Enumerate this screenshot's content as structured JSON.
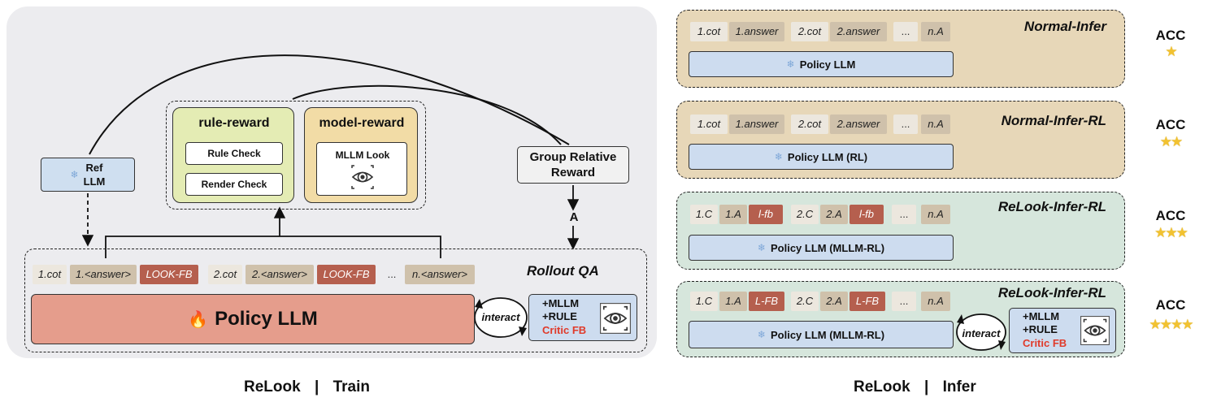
{
  "train": {
    "ref_llm": "Ref\nLLM",
    "rule_reward": {
      "title": "rule-reward",
      "items": [
        "Rule Check",
        "Render Check"
      ]
    },
    "model_reward": {
      "title": "model-reward",
      "item": "MLLM Look"
    },
    "group_relative": "Group Relative\nReward",
    "advantage": "A",
    "rollout_title": "Rollout QA",
    "rollout_tokens": [
      "1.cot",
      "1.<answer>",
      "LOOK-FB",
      "2.cot",
      "2.<answer>",
      "LOOK-FB",
      "...",
      "n.<answer>"
    ],
    "policy_label": "Policy LLM",
    "interact": "interact",
    "critic_lines": [
      "+MLLM",
      "+RULE"
    ],
    "critic_fb": "Critic FB",
    "caption_left": "ReLook",
    "caption_right": "Train"
  },
  "infer": {
    "panels": [
      {
        "title": "Normal-Infer",
        "tokens": [
          "1.cot",
          "1.answer",
          "2.cot",
          "2.answer",
          "...",
          "n.A"
        ],
        "policy": "Policy LLM",
        "acc": "ACC",
        "stars": "★"
      },
      {
        "title": "Normal-Infer-RL",
        "tokens": [
          "1.cot",
          "1.answer",
          "2.cot",
          "2.answer",
          "...",
          "n.A"
        ],
        "policy": "Policy LLM (RL)",
        "acc": "ACC",
        "stars": "★★"
      },
      {
        "title": "ReLook-Infer-RL",
        "tokens": [
          "1.C",
          "1.A",
          "l-fb",
          "2.C",
          "2.A",
          "l-fb",
          "...",
          "n.A"
        ],
        "policy": "Policy LLM (MLLM-RL)",
        "acc": "ACC",
        "stars": "★★★"
      },
      {
        "title": "ReLook-Infer-RL",
        "tokens": [
          "1.C",
          "1.A",
          "L-FB",
          "2.C",
          "2.A",
          "L-FB",
          "...",
          "n.A"
        ],
        "policy": "Policy LLM (MLLM-RL)",
        "acc": "ACC",
        "stars": "★★★★",
        "interact": "interact",
        "critic_lines": [
          "+MLLM",
          "+RULE"
        ],
        "critic_fb": "Critic FB"
      }
    ],
    "caption_left": "ReLook",
    "caption_right": "Infer"
  },
  "colors": {
    "train_bg": "#ececef",
    "policy_train": "#e59d8c",
    "feedback_token": "#b55f4e",
    "answer_token": "#cfc1ab",
    "rule_reward_bg": "#e4ecb4",
    "model_reward_bg": "#f2dca6",
    "infer_tan": "#e7d7b8",
    "infer_green": "#d6e6dc",
    "policy_infer": "#cddcef",
    "critic_fb": "#e03a2a",
    "star": "#f2c230"
  },
  "icons": [
    "snowflake-icon",
    "fire-icon",
    "eye-icon",
    "star-icon"
  ]
}
